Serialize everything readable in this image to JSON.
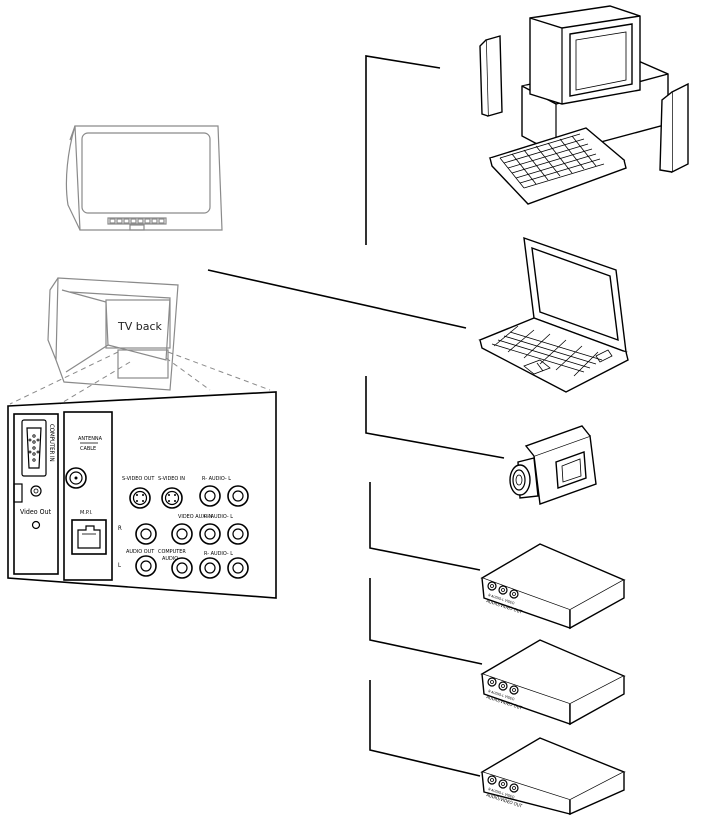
{
  "tv_back": {
    "label": "TV back"
  },
  "panel": {
    "computer_in": "COMPUTER IN",
    "video_out": "Video Out",
    "antenna": "ANTENNA",
    "cable": "CABLE",
    "mpi": "M.P.I.",
    "svideo_out": "S-VIDEO OUT",
    "svideo_in": "S-VIDEO IN",
    "r_audio_l_1": "R- AUDIO- L",
    "video_aux_in": "VIDEO  AUX IN",
    "r_audio_l_2": "R- AUDIO- L",
    "r_marker": "R",
    "audio_out": "AUDIO OUT",
    "l_marker": "L",
    "computer_audio_1": "COMPUTER",
    "computer_audio_2": "AUDIO",
    "r_audio_l_3": "R- AUDIO- L"
  },
  "devices": {
    "box_label_top": "R-AUDIO-L  VIDEO",
    "box_label_bottom": "AUDIO/VIDEO OUT"
  }
}
